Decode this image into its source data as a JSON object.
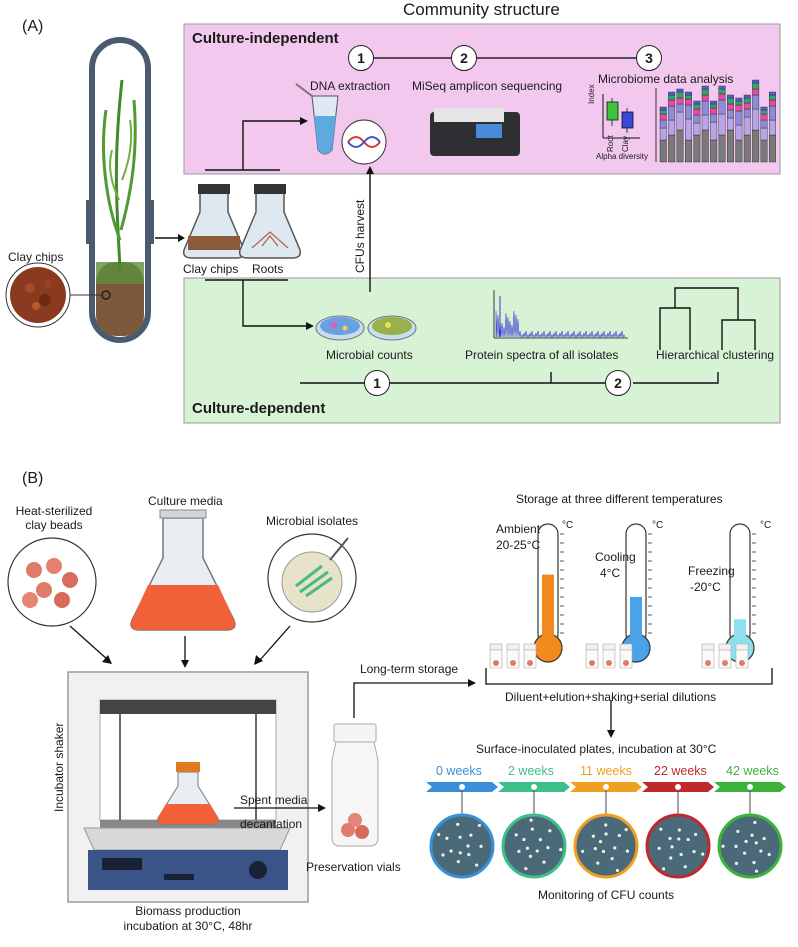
{
  "panelA": {
    "label": "(A)",
    "title": "Community structure",
    "culture_independent": {
      "header": "Culture-independent",
      "steps": [
        {
          "num": "1",
          "label": "DNA extraction"
        },
        {
          "num": "2",
          "label": "MiSeq amplicon sequencing"
        },
        {
          "num": "3",
          "label": "Microbiome data analysis"
        }
      ],
      "alpha_plot": {
        "ylabel": "Index",
        "xlabels": [
          "Root",
          "Clay"
        ],
        "caption": "Alpha diversity"
      }
    },
    "sample_labels": {
      "clay_chips_left": "Clay chips",
      "clay_chips": "Clay chips",
      "roots": "Roots"
    },
    "cfu_harvest": "CFUs harvest",
    "culture_dependent": {
      "header": "Culture-dependent",
      "steps": [
        {
          "num": "1",
          "label": "Microbial counts"
        },
        {
          "num": "2",
          "label": "Hierarchical clustering"
        }
      ],
      "protein_label": "Protein spectra of all isolates"
    }
  },
  "panelB": {
    "label": "(B)",
    "inputs": {
      "clay_beads": "Heat-sterilized\nclay beads",
      "culture_media": "Culture media",
      "isolates": "Microbial isolates"
    },
    "incubator_label": "Incubator shaker",
    "biomass": "Biomass production\nincubation at 30°C, 48hr",
    "spent_media": "Spent media\ndecantation",
    "preservation": "Preservation vials",
    "long_term": "Long-term storage",
    "storage_title": "Storage at three different temperatures",
    "unit": "°C",
    "thermometers": [
      {
        "name": "Ambient",
        "temp": "20-25°C",
        "level": 0.62,
        "color": "#f28a1e"
      },
      {
        "name": "Cooling",
        "temp": "4°C",
        "level": 0.42,
        "color": "#4aa3e8"
      },
      {
        "name": "Freezing",
        "temp": "-20°C",
        "level": 0.22,
        "color": "#8fe0ee"
      }
    ],
    "dilution": "Diluent+elution+shaking+serial dilutions",
    "plates_title": "Surface-inoculated plates, incubation at 30°C",
    "weeks": [
      {
        "label": "0 weeks",
        "color": "#3a8fd9"
      },
      {
        "label": "2 weeks",
        "color": "#3dbf8a"
      },
      {
        "label": "11 weeks",
        "color": "#f0a020"
      },
      {
        "label": "22 weeks",
        "color": "#c0282c"
      },
      {
        "label": "42 weeks",
        "color": "#3cb43c"
      }
    ],
    "monitoring": "Monitoring of CFU counts"
  }
}
